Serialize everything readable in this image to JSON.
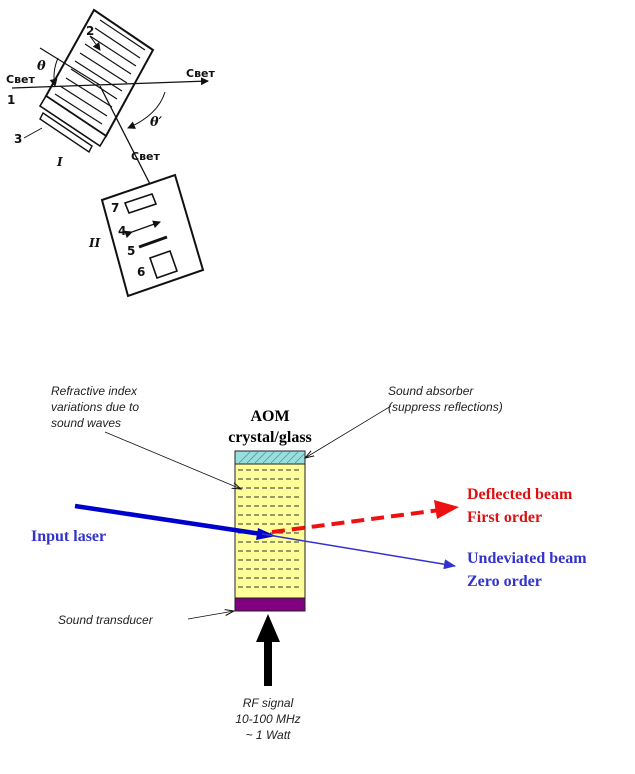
{
  "top_diagram": {
    "light_label": "Свет",
    "theta": "θ",
    "theta_prime": "θ′",
    "numbers": {
      "n1": "1",
      "n2": "2",
      "n3": "3",
      "n4": "4",
      "n5": "5",
      "n6": "6",
      "n7": "7"
    },
    "roman_1": "I",
    "roman_2": "II"
  },
  "aom_diagram": {
    "title_line1": "AOM",
    "title_line2": "crystal/glass",
    "refractive_note": [
      "Refractive index",
      "variations due to",
      "sound waves"
    ],
    "absorber_note": [
      "Sound absorber",
      "(suppress reflections)"
    ],
    "transducer_note": "Sound transducer",
    "rf_note": [
      "RF signal",
      "10-100 MHz",
      "~ 1 Watt"
    ],
    "input_label": "Input laser",
    "deflected": [
      "Deflected beam",
      "First order"
    ],
    "undeviated": [
      "Undeviated beam",
      "Zero order"
    ],
    "colors": {
      "crystal": "#ffff99",
      "absorber": "#99dddd",
      "transducer": "#800080",
      "input_beam": "#0000cc",
      "deflected_beam": "#ee1111",
      "zero_order_beam": "#3333cc"
    }
  }
}
